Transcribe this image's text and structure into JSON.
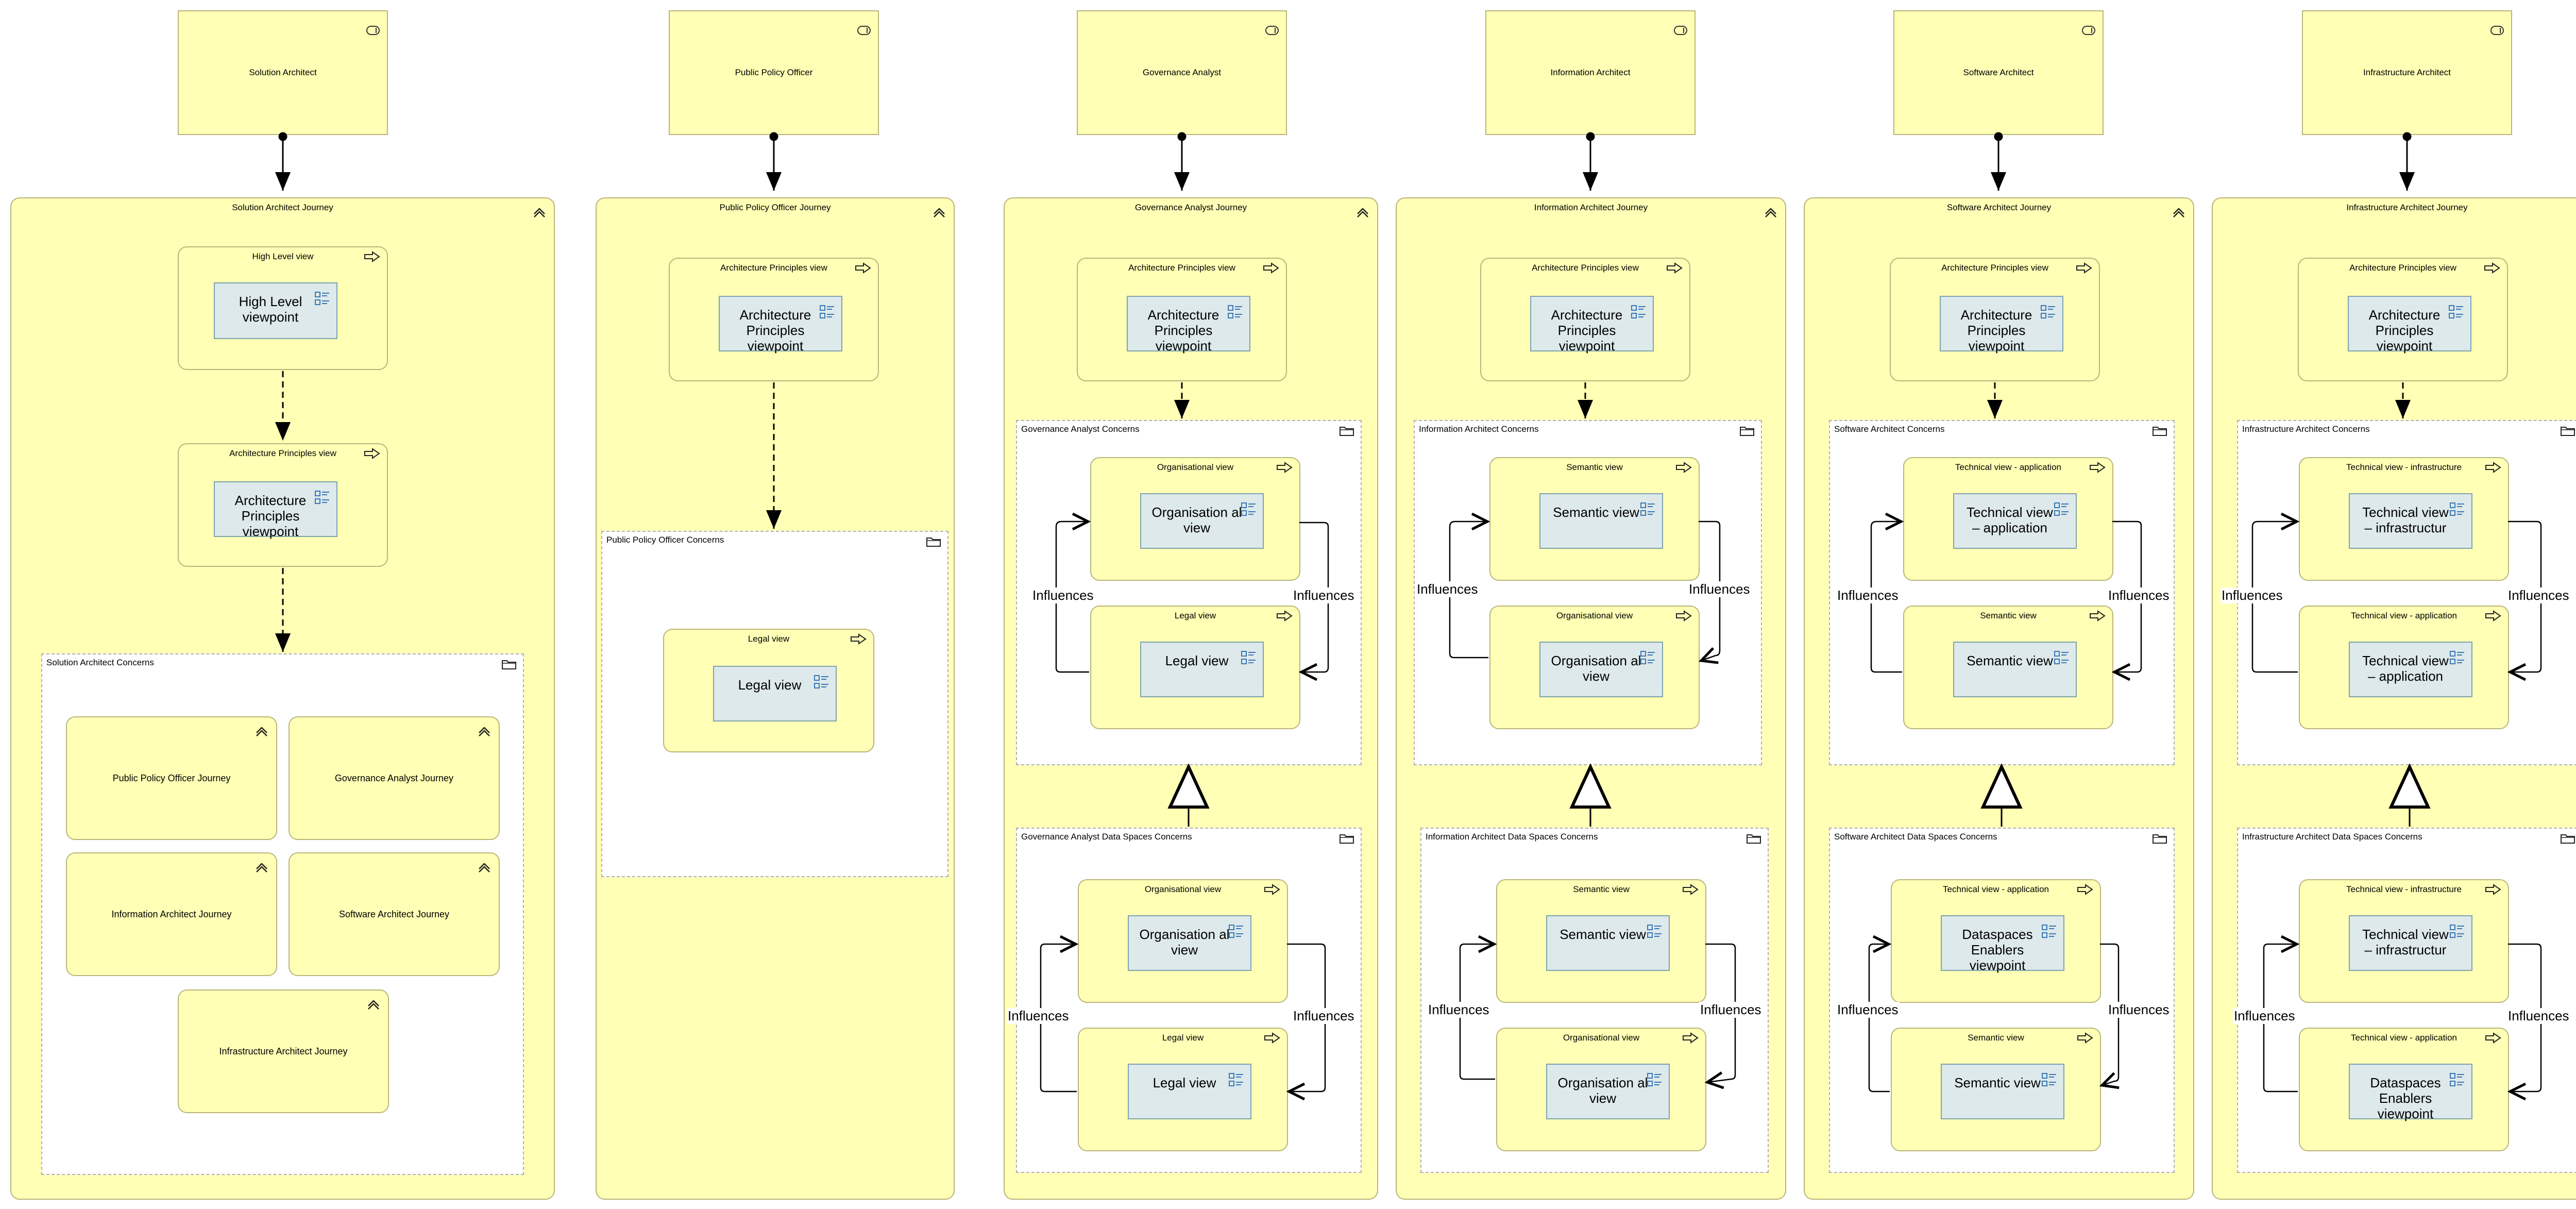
{
  "actors": [
    "Solution Architect",
    "Public Policy Officer",
    "Governance Analyst",
    "Information Architect",
    "Software Architect",
    "Infrastructure Architect"
  ],
  "journeys": [
    "Solution Architect Journey",
    "Public Policy Officer Journey",
    "Governance Analyst Journey",
    "Information Architect Journey",
    "Software Architect Journey",
    "Infrastructure Architect Journey"
  ],
  "solution": {
    "views": [
      {
        "title": "High Level view",
        "viewpoint": "High Level viewpoint"
      },
      {
        "title": "Architecture Principles view",
        "viewpoint": "Architecture Principles viewpoint"
      }
    ],
    "concerns_title": "Solution Architect Concerns",
    "sub_journeys": [
      "Public Policy Officer Journey",
      "Governance Analyst Journey",
      "Information Architect Journey",
      "Software Architect Journey",
      "Infrastructure Architect Journey"
    ]
  },
  "policy": {
    "view": {
      "title": "Architecture Principles view",
      "viewpoint": "Architecture Principles viewpoint"
    },
    "concerns_title": "Public Policy Officer Concerns",
    "legal": {
      "title": "Legal view",
      "viewpoint": "Legal view"
    }
  },
  "governance": {
    "view": {
      "title": "Architecture Principles view",
      "viewpoint": "Architecture Principles viewpoint"
    },
    "concerns_title": "Governance Analyst Concerns",
    "c1": {
      "title": "Organisational view",
      "viewpoint": "Organisation al view"
    },
    "c2": {
      "title": "Legal view",
      "viewpoint": "Legal view"
    },
    "ds_title": "Governance Analyst Data Spaces Concerns",
    "d1": {
      "title": "Organisational view",
      "viewpoint": "Organisation al view"
    },
    "d2": {
      "title": "Legal view",
      "viewpoint": "Legal view"
    }
  },
  "information": {
    "view": {
      "title": "Architecture Principles view",
      "viewpoint": "Architecture Principles viewpoint"
    },
    "concerns_title": "Information Architect Concerns",
    "c1": {
      "title": "Semantic view",
      "viewpoint": "Semantic view"
    },
    "c2": {
      "title": "Organisational view",
      "viewpoint": "Organisation al view"
    },
    "ds_title": "Information Architect Data Spaces Concerns",
    "d1": {
      "title": "Semantic view",
      "viewpoint": "Semantic view"
    },
    "d2": {
      "title": "Organisational view",
      "viewpoint": "Organisation al view"
    }
  },
  "software": {
    "view": {
      "title": "Architecture Principles view",
      "viewpoint": "Architecture Principles viewpoint"
    },
    "concerns_title": "Software Architect Concerns",
    "c1": {
      "title": "Technical view - application",
      "viewpoint": "Technical view – application"
    },
    "c2": {
      "title": "Semantic view",
      "viewpoint": "Semantic view"
    },
    "ds_title": "Software Architect Data Spaces Concerns",
    "d1": {
      "title": "Technical view - application",
      "viewpoint": "Dataspaces Enablers viewpoint"
    },
    "d2": {
      "title": "Semantic view",
      "viewpoint": "Semantic view"
    }
  },
  "infrastructure": {
    "view": {
      "title": "Architecture Principles view",
      "viewpoint": "Architecture Principles viewpoint"
    },
    "concerns_title": "Infrastructure Architect Concerns",
    "c1": {
      "title": "Technical view - infrastructure",
      "viewpoint": "Technical view – infrastructur"
    },
    "c2": {
      "title": "Technical view - application",
      "viewpoint": "Technical view – application"
    },
    "ds_title": "Infrastructure Architect Data Spaces Concerns",
    "d1": {
      "title": "Technical view - infrastructure",
      "viewpoint": "Technical view – infrastructur"
    },
    "d2": {
      "title": "Technical view - application",
      "viewpoint": "Dataspaces Enablers viewpoint"
    }
  },
  "relation_label": "Influences",
  "colors": {
    "element": "#ffffb5",
    "border": "#b9b57a",
    "viewpoint": "#dde9ea",
    "group": "#ffffff"
  }
}
